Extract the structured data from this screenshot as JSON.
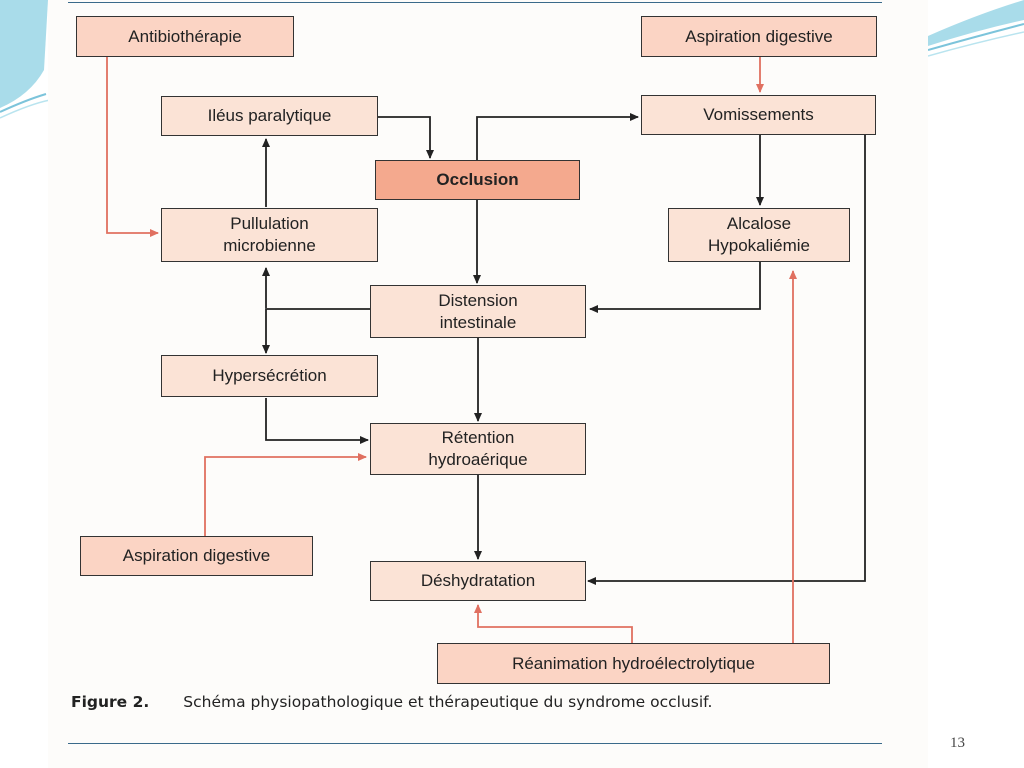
{
  "slide": {
    "page_number": "13"
  },
  "diagram": {
    "boxes": {
      "antibiotherapie": "Antibiothérapie",
      "aspiration_top": "Aspiration digestive",
      "ileus": "Iléus paralytique",
      "vomissements": "Vomissements",
      "occlusion": "Occlusion",
      "pullulation": "Pullulation\nmicrobienne",
      "alcalose": "Alcalose\nHypokaliémie",
      "distension": "Distension\nintestinale",
      "hypersecretion": "Hypersécrétion",
      "retention": "Rétention\nhydroaérique",
      "aspiration_bottom": "Aspiration digestive",
      "deshydratation": "Déshydratation",
      "reanimation": "Réanimation hydroélectrolytique"
    },
    "colors": {
      "pathology_arrow": "#222222",
      "therapy_arrow": "#e07060",
      "box_fill": "#fbe3d6",
      "center_fill": "#f4a98e"
    }
  },
  "caption": {
    "label": "Figure 2.",
    "text": "Schéma physiopathologique et thérapeutique du syndrome occlusif."
  }
}
